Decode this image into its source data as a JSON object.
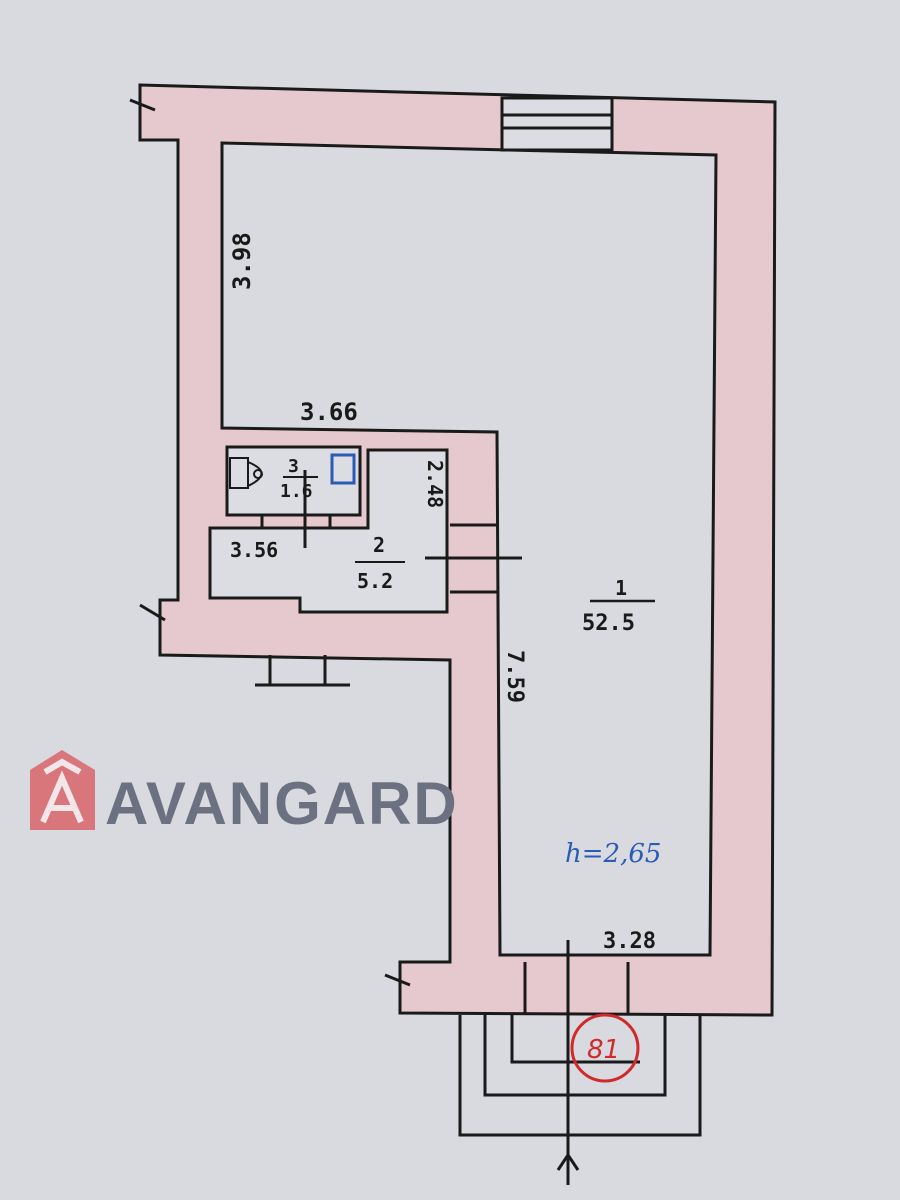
{
  "plan": {
    "dimensions": {
      "room1_left_width": "3.98",
      "room1_top_partition": "3.66",
      "hall_length": "3.56",
      "hall_width": "2.48",
      "room1_length": "7.59",
      "room1_bottom_width": "3.28"
    },
    "rooms": [
      {
        "number": "1",
        "area": "52.5"
      },
      {
        "number": "2",
        "area": "5.2"
      },
      {
        "number": "3",
        "area": "1.6"
      }
    ],
    "ceiling_height": "h=2,65",
    "apartment_number": "81",
    "watermark": "AVANGARD",
    "colors": {
      "wall_fill": "#e8c6cc",
      "line": "#1a1a1a",
      "blue_ink": "#2a5bb5",
      "stamp_red": "#d02a2a"
    }
  }
}
